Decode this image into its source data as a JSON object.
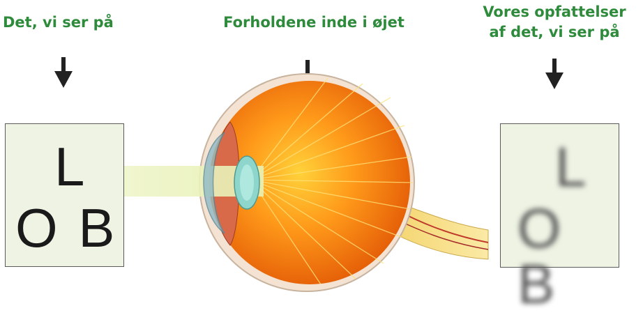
{
  "headings": {
    "left": "Det, vi ser på",
    "middle": "Forholdene inde i øjet",
    "right_line1": "Vores opfattelser",
    "right_line2": "af det, vi ser på"
  },
  "left_card": {
    "top_letter": "L",
    "bottom_letters": "O B"
  },
  "right_card": {
    "top_letter": "L",
    "bottom_letters": "O B"
  },
  "colors": {
    "heading": "#2e8b3c",
    "card_background": "#eef3e4",
    "eye_orange": "#f07a10",
    "light_beam": "#ecf4c0"
  },
  "icons": [
    "arrow-down-icon",
    "eye-illustration"
  ]
}
